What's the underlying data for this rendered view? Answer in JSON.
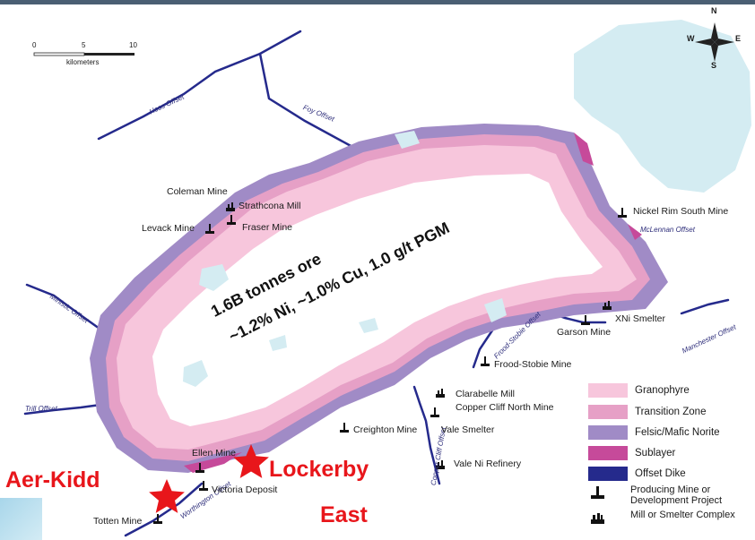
{
  "scale_bar": {
    "ticks": [
      "0",
      "5",
      "10"
    ],
    "unit": "kilometers"
  },
  "compass": {
    "n": "N",
    "s": "S",
    "e": "E",
    "w": "W"
  },
  "headline": {
    "line1": "1.6B tonnes ore",
    "line2": "~1.2% Ni, ~1.0% Cu, 1.0 g/t PGM"
  },
  "offsets": {
    "hess": "Hess Offset",
    "foy": "Foy Offset",
    "mclennan": "McLennan Offset",
    "ministic": "Ministic Offset",
    "frood_stobie": "Frood-Stobie Offset",
    "manchester": "Manchester Offset",
    "trill": "Trill Offset",
    "copper_cliff": "Copper Cliff Offset",
    "worthington": "Worthington Offset"
  },
  "places": {
    "coleman": "Coleman Mine",
    "strathcona": "Strathcona Mill",
    "fraser": "Fraser Mine",
    "levack": "Levack Mine",
    "nickel_rim": "Nickel Rim South Mine",
    "xni": "XNi Smelter",
    "garson": "Garson Mine",
    "frood_stobie_mine": "Frood-Stobie Mine",
    "clarabelle": "Clarabelle Mill",
    "copper_cliff_north": "Copper Cliff North Mine",
    "creighton": "Creighton Mine",
    "vale_smelter": "Vale Smelter",
    "vale_refinery": "Vale Ni Refinery",
    "ellen": "Ellen Mine",
    "victoria": "Victoria Deposit",
    "totten": "Totten Mine"
  },
  "highlights": {
    "aer_kidd": "Aer-Kidd",
    "lockerby_line1": "Lockerby",
    "lockerby_line2": "East"
  },
  "legend": [
    {
      "label": "Granophyre",
      "color": "#f7c6dc"
    },
    {
      "label": "Transition Zone",
      "color": "#e6a0c6"
    },
    {
      "label": "Felsic/Mafic Norite",
      "color": "#a08bc6"
    },
    {
      "label": "Sublayer",
      "color": "#c64a9a"
    },
    {
      "label": "Offset Dike",
      "color": "#252a8c"
    }
  ],
  "legend_symbols": {
    "producing": "Producing Mine or Development Project",
    "mill": "Mill or Smelter Complex"
  },
  "colors": {
    "star": "#e8161b",
    "highlight_text": "#e8161b",
    "water": "#d4ecf2",
    "offset_dike": "#252a8c"
  }
}
